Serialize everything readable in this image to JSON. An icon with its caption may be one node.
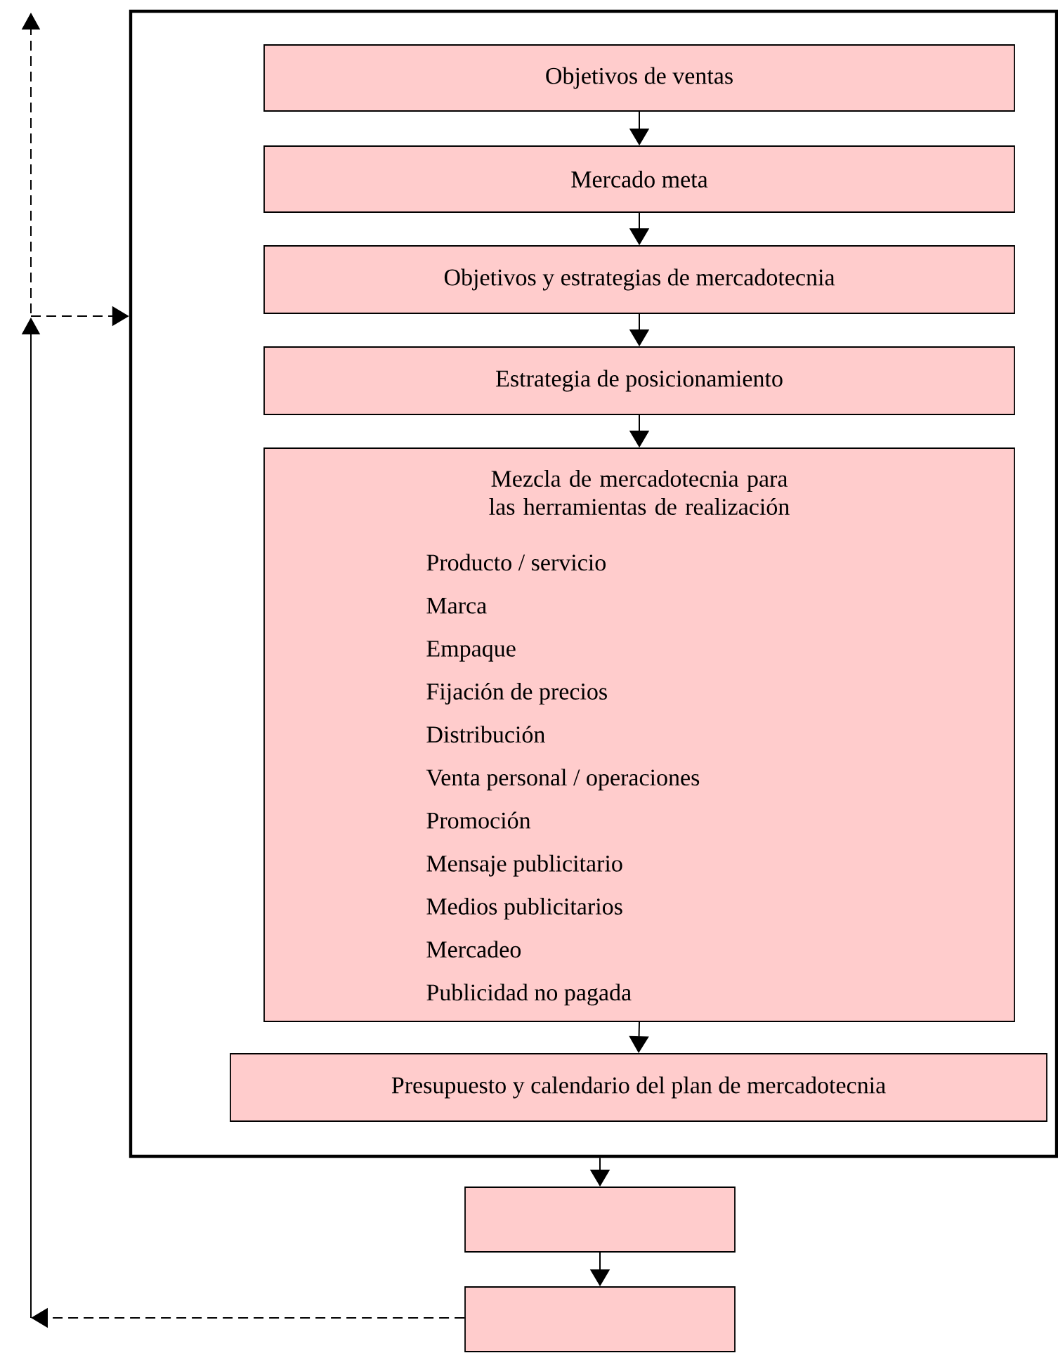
{
  "diagram": {
    "nodes": [
      {
        "text": [],
        "shape": "box"
      },
      {
        "text": [
          "Objetivos de ventas"
        ],
        "in": 0
      },
      {
        "text": [
          "Mercado meta"
        ],
        "in": 0
      },
      {
        "text": [
          "Objetivos y estrategias de mercadotecnia"
        ],
        "in": 0
      },
      {
        "text": [
          "Estrategia de posicionamiento"
        ],
        "in": 0
      },
      {
        "text": [
          "Mezcla de mercadotecnia para las herramientas de realización",
          "Producto / servicio",
          "Marca",
          "Empaque",
          "Fijación de precios",
          "Distribución",
          "Venta personal / operaciones",
          "Promoción",
          "Mensaje publicitario",
          "Medios publicitarios",
          "Mercadeo",
          "Publicidad no pagada"
        ],
        "in": 0
      },
      {
        "text": [
          "Presupuesto y calendario del plan de mercadotecnia"
        ],
        "in": 0
      },
      {
        "text": [],
        "shape": "box"
      },
      {
        "text": [],
        "shape": "box"
      }
    ],
    "edges": [
      {
        "from": 1,
        "to": 2,
        "arrow": "to"
      },
      {
        "from": 2,
        "to": 3,
        "arrow": "to"
      },
      {
        "from": 3,
        "to": 4,
        "arrow": "to"
      },
      {
        "from": 4,
        "to": 5,
        "arrow": "to"
      },
      {
        "from": 5,
        "to": 6,
        "arrow": "to"
      },
      {
        "from": 0,
        "to": 7,
        "arrow": "to"
      },
      {
        "from": 7,
        "to": 8,
        "arrow": "to"
      },
      {
        "from": 8,
        "to": null,
        "arrow": "to",
        "style": "dashed"
      },
      {
        "from": null,
        "to": 0,
        "arrow": "to",
        "style": "dashed"
      }
    ]
  }
}
